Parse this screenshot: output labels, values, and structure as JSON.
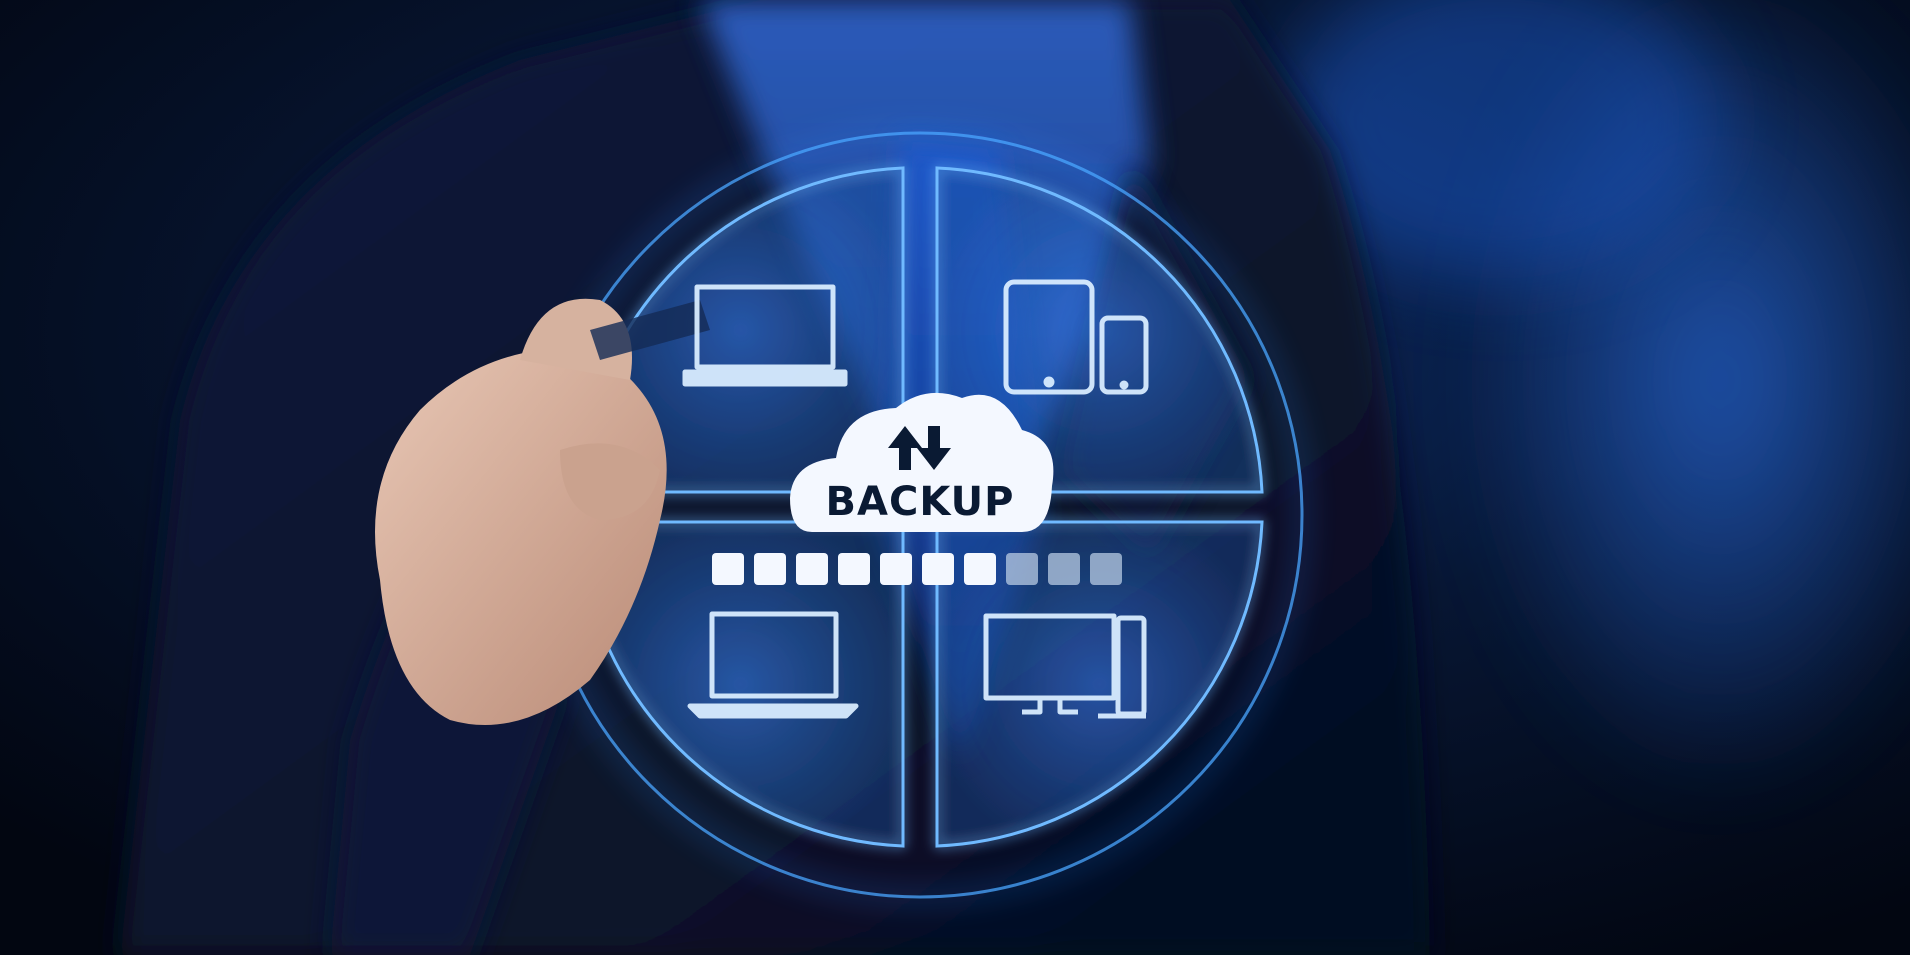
{
  "cloud": {
    "label": "BACKUP",
    "icon": "upload-download-arrows-icon"
  },
  "progress": {
    "total_segments": 10,
    "filled_segments": 7
  },
  "devices": [
    {
      "name": "laptop-icon",
      "quadrant": "top-left"
    },
    {
      "name": "tablet-and-phone-icon",
      "quadrant": "top-right"
    },
    {
      "name": "notebook-icon",
      "quadrant": "bottom-left"
    },
    {
      "name": "desktop-computer-icon",
      "quadrant": "bottom-right"
    }
  ],
  "colors": {
    "background": "#030814",
    "glow": "#2a8cff",
    "panel": "#1a4f9a",
    "icon": "#d8ecff",
    "cloud": "#f4f8ff",
    "text": "#0a1a33"
  }
}
